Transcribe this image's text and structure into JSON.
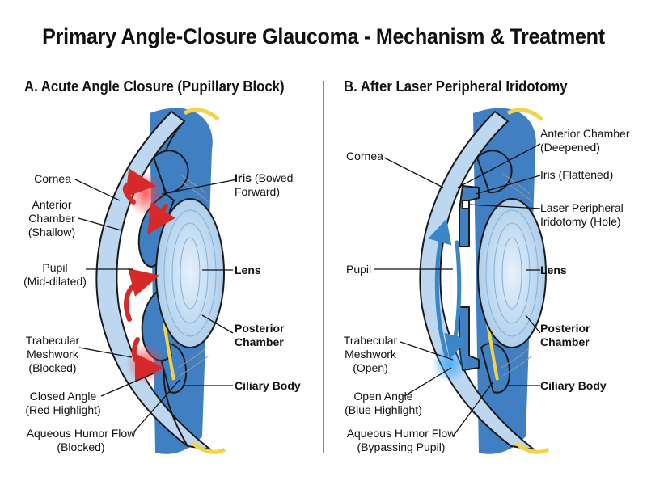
{
  "title": "Primary Angle-Closure Glaucoma - Mechanism & Treatment",
  "panel_a": {
    "heading": "A. Acute Angle Closure (Pupillary Block)",
    "cornea": "Cornea",
    "anterior_chamber_1": "Anterior",
    "anterior_chamber_2": "Chamber",
    "anterior_chamber_3": "(Shallow)",
    "iris_1": "Iris",
    "iris_1b": " (Bowed",
    "iris_2": "Forward)",
    "pupil_1": "Pupil",
    "pupil_2": "(Mid-dilated)",
    "lens": "Lens",
    "posterior_1": "Posterior",
    "posterior_2": "Chamber",
    "trab_1": "Trabecular",
    "trab_2": "Meshwork",
    "trab_3": "(Blocked)",
    "angle_1": "Closed Angle",
    "angle_2": "(Red Highlight)",
    "ciliary": "Ciliary Body",
    "flow_1": "Aqueous Humor Flow",
    "flow_2": "(Blocked)"
  },
  "panel_b": {
    "heading": "B. After Laser Peripheral Iridotomy",
    "cornea": "Cornea",
    "anterior_chamber_1": "Anterior Chamber",
    "anterior_chamber_2": "(Deepened)",
    "iris_1": "Iris",
    "iris_1b": " (Flattened)",
    "lpi_1": "Laser Peripheral",
    "lpi_2": "Iridotomy",
    "lpi_2b": " (Hole)",
    "pupil": "Pupil",
    "lens": "Lens",
    "posterior_1": "Posterior",
    "posterior_2": "Chamber",
    "trab_1": "Trabecular",
    "trab_2": "Meshwork",
    "trab_3": "(Open)",
    "angle_1": "Open Angle",
    "angle_2": "(Blue Highlight)",
    "ciliary": "Ciliary Body",
    "flow_1": "Aqueous Humor Flow",
    "flow_2": "(Bypassing Pupil)"
  },
  "colors": {
    "tissue_blue": "#3f7fc2",
    "cornea_blue": "#bcd7ef",
    "lens_blue": "#cfe3f5",
    "red_flow": "#d62a2a",
    "blue_flow": "#3a86c8",
    "yellow": "#f3d34a"
  }
}
